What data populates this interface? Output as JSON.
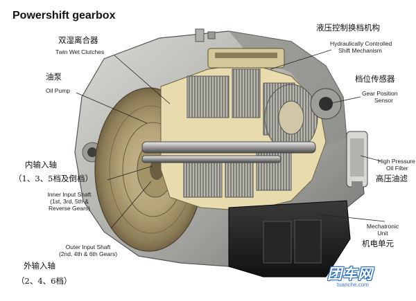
{
  "title": "Powershift gearbox",
  "labels": {
    "twin_wet_clutches": {
      "zh": "双湿离合器",
      "en": "Twin Wet Clutches"
    },
    "oil_pump": {
      "zh": "油泵",
      "en": "Oil Pump"
    },
    "hydraulic_shift": {
      "zh": "液压控制换档机构",
      "en_1": "Hydraulically Controlled",
      "en_2": "Shift Mechanism"
    },
    "gear_position_sensor": {
      "zh": "档位传感器",
      "en_1": "Gear Position",
      "en_2": "Sensor"
    },
    "oil_filter": {
      "en_1": "High Pressure",
      "en_2": "Oil Filter",
      "zh": "高压油滤"
    },
    "inner_input_shaft": {
      "zh_1": "内输入轴",
      "zh_2": "（1、3、5档及倒档）",
      "en_1": "Inner Input Shaft",
      "en_2": "(1st, 3rd, 5th &",
      "en_3": "Reverse Gears)"
    },
    "outer_input_shaft": {
      "en_1": "Outer Input Shaft",
      "en_2": "(2nd, 4th & 6th Gears)",
      "zh_1": "外输入轴",
      "zh_2": "（2、4、6档）"
    },
    "mechatronic": {
      "en_1": "Mechatronic",
      "en_2": "Unit",
      "zh": "机电单元"
    }
  },
  "watermark": {
    "main": "团车网",
    "sub": "tuanche.com"
  }
}
